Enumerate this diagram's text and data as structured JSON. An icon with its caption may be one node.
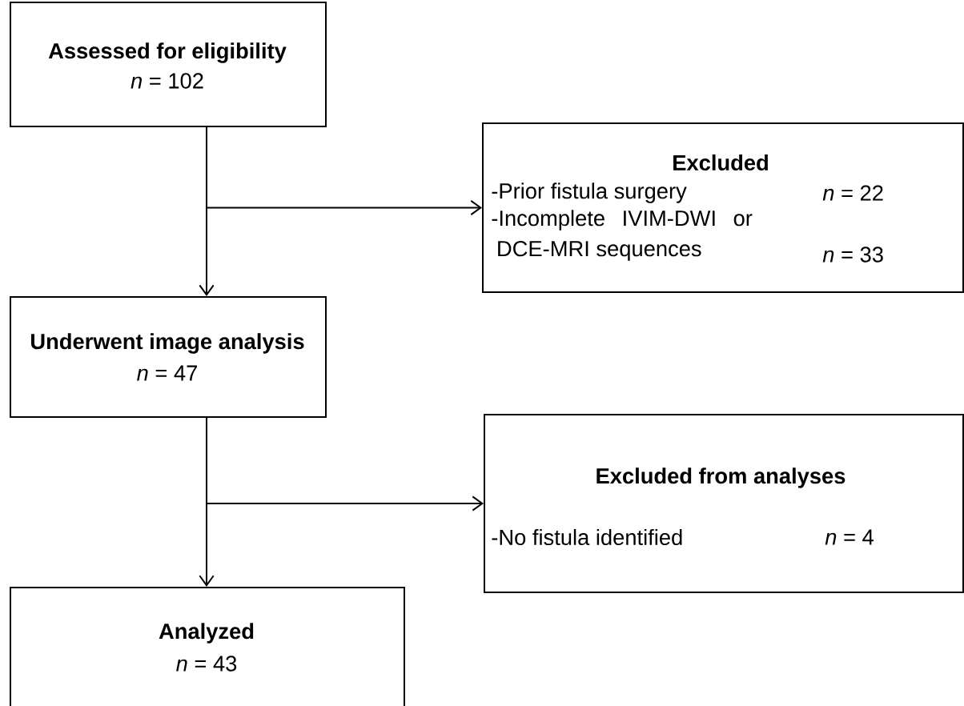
{
  "diagram": {
    "nodes": [
      {
        "text": [
          "Assessed for eligibility",
          "*n* = 102"
        ]
      },
      {
        "text": [
          "Excluded",
          "-Prior fistula surgery",
          "*n* = 22",
          "-Incomplete IVIM-DWI or DCE-MRI sequences",
          "*n* = 33"
        ]
      },
      {
        "text": [
          "Underwent image analysis",
          "*n* = 47"
        ]
      },
      {
        "text": [
          "Excluded from analyses",
          "-No fistula identified",
          "*n* = 4"
        ]
      },
      {
        "text": [
          "Analyzed",
          "*n* = 43"
        ]
      }
    ],
    "edges": [
      {
        "from": 0,
        "to": 2,
        "arrow": "to"
      },
      {
        "from": 0,
        "to": 1,
        "arrow": "to"
      },
      {
        "from": 2,
        "to": 4,
        "arrow": "to"
      },
      {
        "from": 2,
        "to": 3,
        "arrow": "to"
      }
    ]
  }
}
